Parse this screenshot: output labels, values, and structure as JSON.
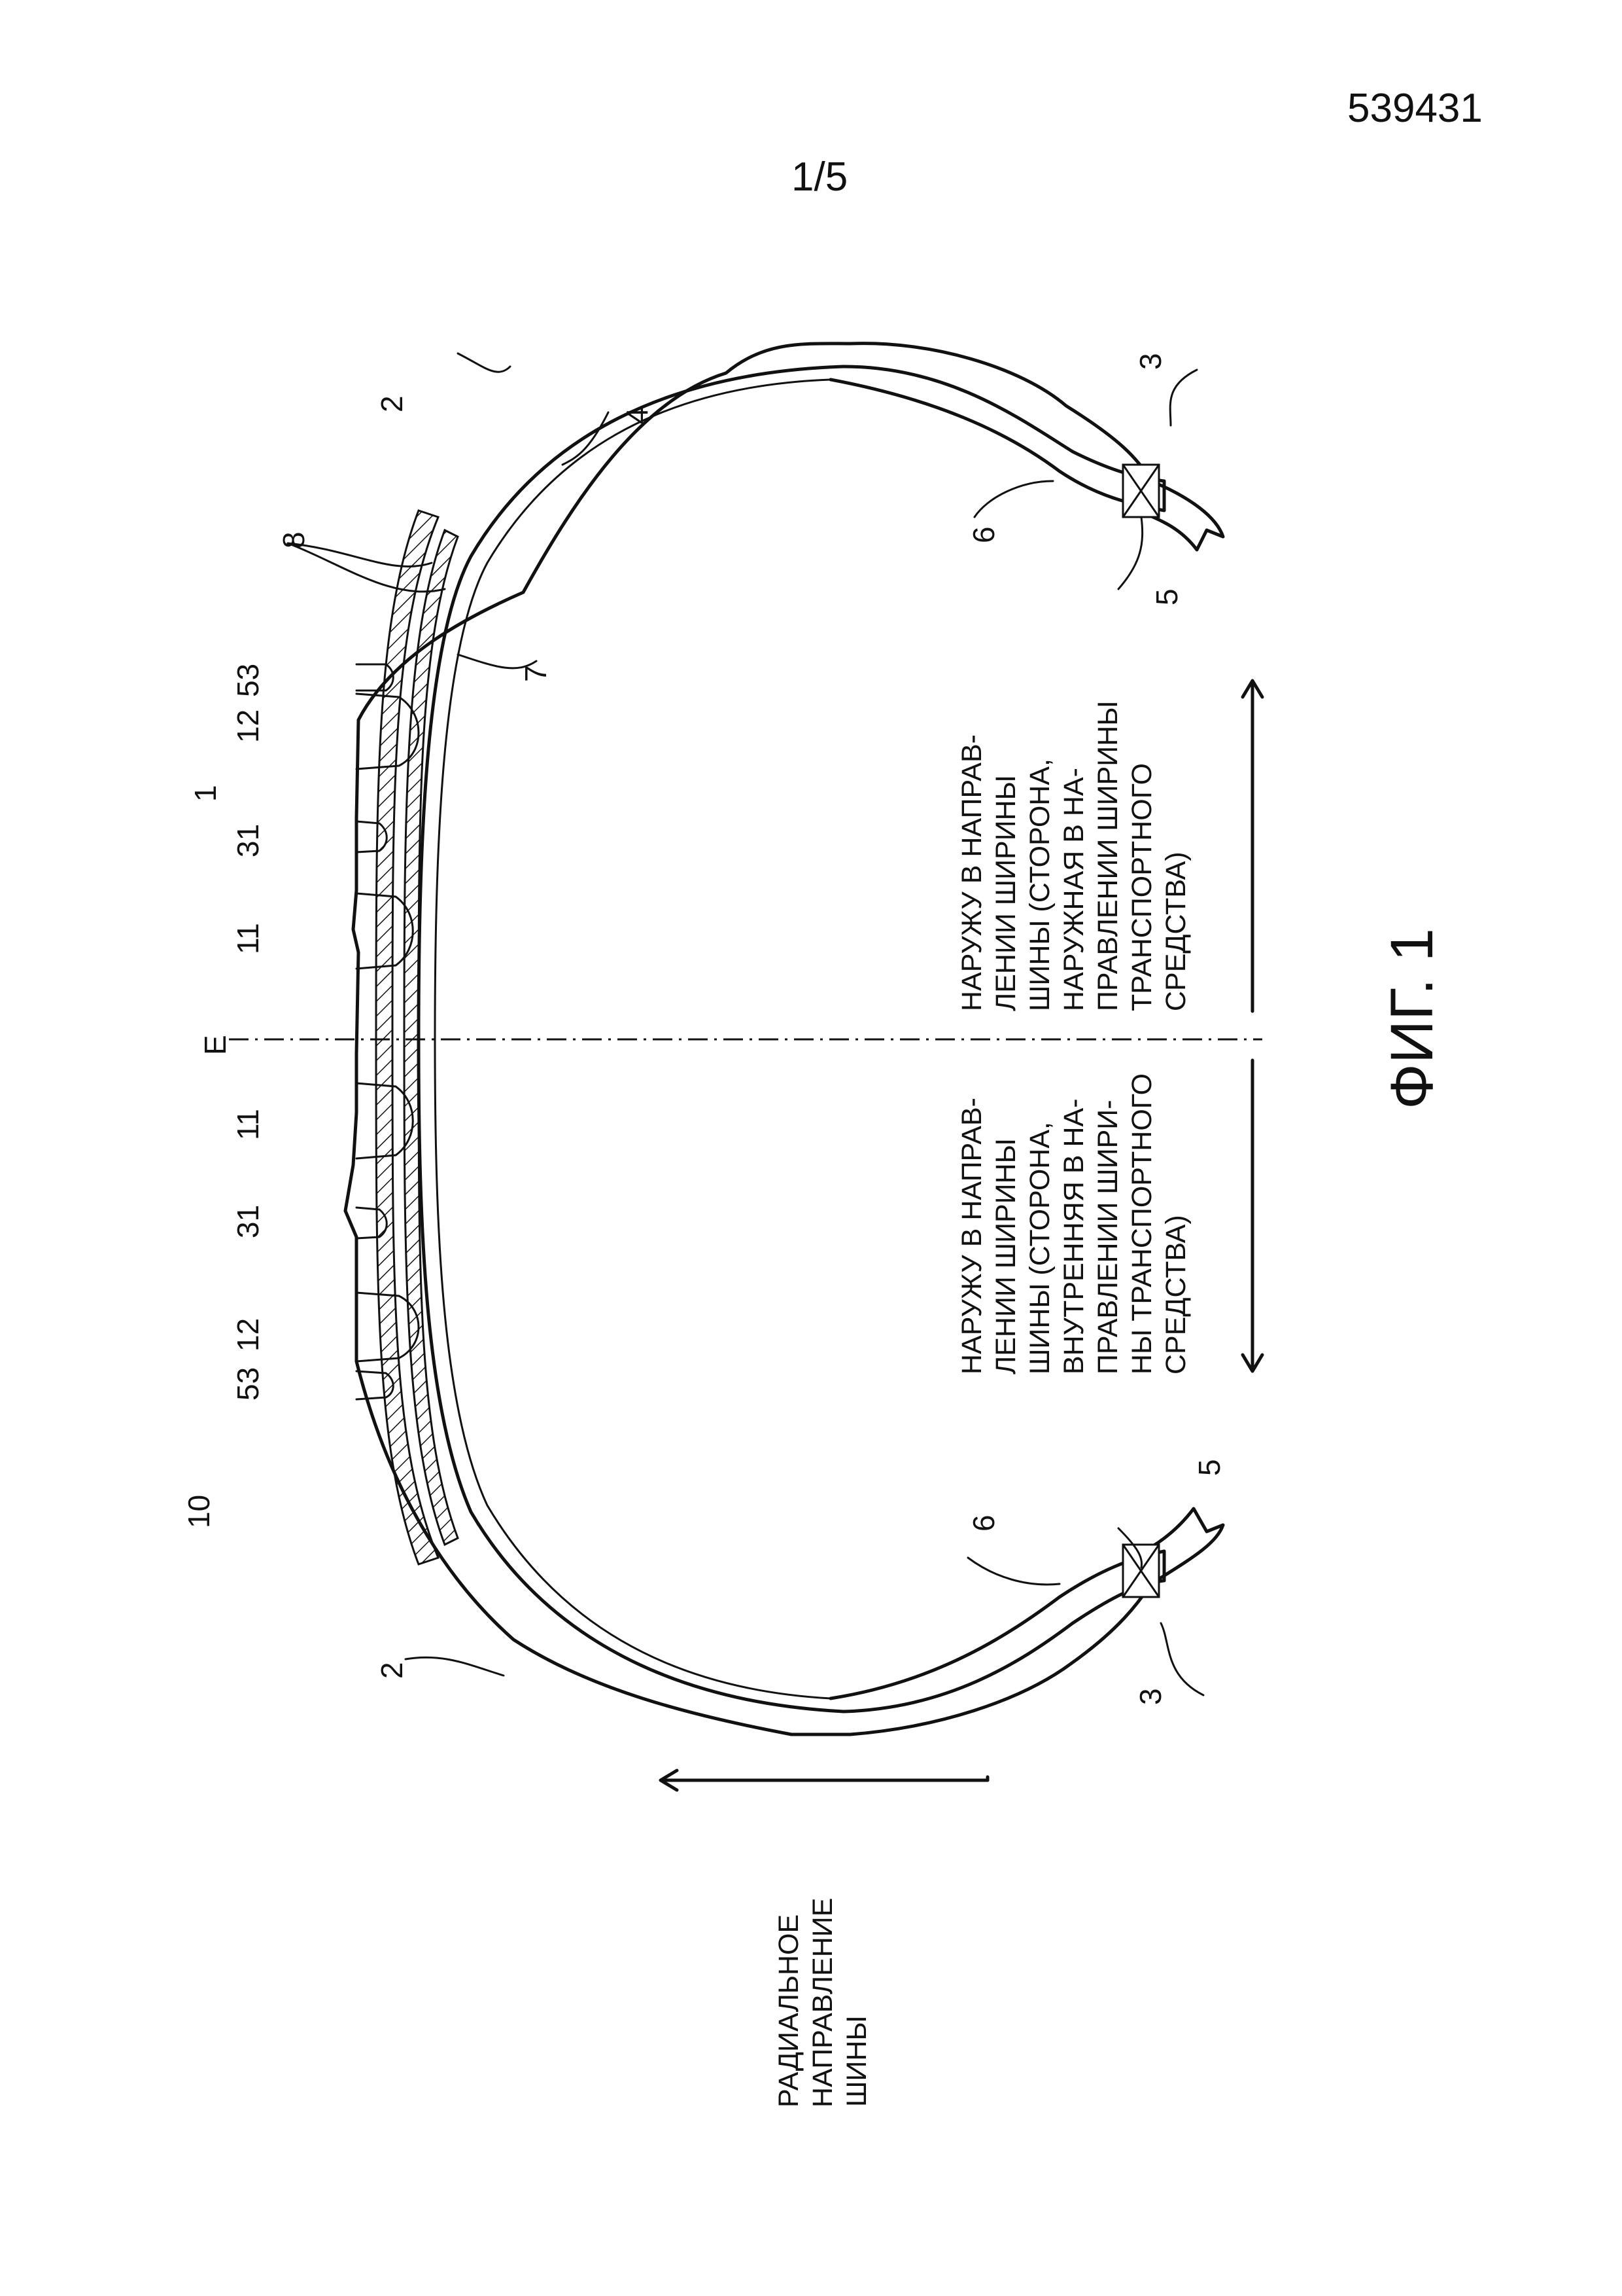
{
  "header": {
    "doc_number": "539431",
    "sheet": "1/5"
  },
  "figure": {
    "caption": "ФИГ. 1",
    "center_line": "E",
    "refs": {
      "r10": "10",
      "r1": "1",
      "r2a": "2",
      "r2b": "2",
      "r3a": "3",
      "r3b": "3",
      "r4": "4",
      "r5a": "5",
      "r5b": "5",
      "r6a": "6",
      "r6b": "6",
      "r7": "7",
      "r8": "8",
      "r11a": "11",
      "r11b": "11",
      "r12a": "12",
      "r12b": "12",
      "r31a": "31",
      "r31b": "31",
      "r53a": "53",
      "r53b": "53"
    },
    "direction_radial": [
      "РАДИАЛЬНОЕ",
      "НАПРАВЛЕНИЕ",
      "ШИНЫ"
    ],
    "direction_outer": [
      "НАРУЖУ В НАПРАВ-",
      "ЛЕНИИ ШИРИНЫ",
      "ШИНЫ (СТОРОНА,",
      "НАРУЖНАЯ В НА-",
      "ПРАВЛЕНИИ ШИРИНЫ",
      "ТРАНСПОРТНОГО",
      "СРЕДСТВА)"
    ],
    "direction_inner": [
      "НАРУЖУ В НАПРАВ-",
      "ЛЕНИИ ШИРИНЫ",
      "ШИНЫ (СТОРОНА,",
      "ВНУТРЕННЯЯ В НА-",
      "ПРАВЛЕНИИ ШИРИ-",
      "НЫ ТРАНСПОРТНОГО",
      "СРЕДСТВА)"
    ]
  }
}
